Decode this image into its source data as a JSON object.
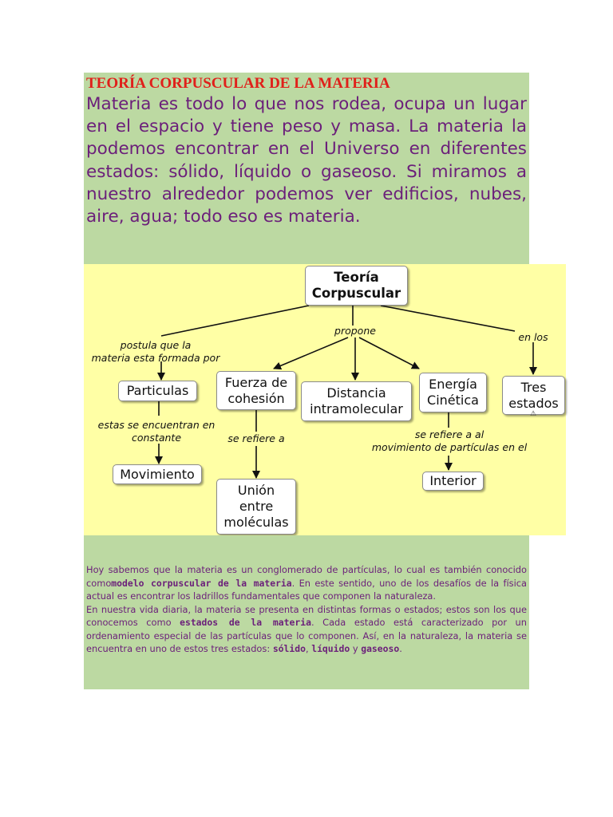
{
  "header": {
    "title": "TEORÍA CORPUSCULAR DE LA MATERIA",
    "intro": "Materia es todo lo que nos rodea, ocupa un lugar en el espacio y tiene peso y masa. La materia la podemos encontrar en el Universo en diferentes estados: sólido, líquido o gaseoso. Si miramos a nuestro alrededor podemos ver edificios, nubes, aire, agua; todo eso es materia."
  },
  "concept_map": {
    "root": [
      "Teoría",
      "Corpuscular"
    ],
    "links": {
      "postula": [
        "postula que la",
        "materia esta formada por"
      ],
      "propone": "propone",
      "en_los": "en los",
      "estas": [
        "estas se encuentran en",
        "constante"
      ],
      "refiere_a": "se refiere a",
      "refiere_a_al": [
        "se refiere a al",
        "movimiento de partículas en el"
      ]
    },
    "nodes": {
      "particulas": "Particulas",
      "fuerza": [
        "Fuerza de",
        "cohesión"
      ],
      "distancia": [
        "Distancia",
        "intramolecular"
      ],
      "energia": [
        "Energía",
        "Cinética"
      ],
      "tres_estados": [
        "Tres",
        "estados"
      ],
      "movimiento": "Movimiento",
      "union": [
        "Unión",
        "entre",
        "moléculas"
      ],
      "interior": "Interior"
    },
    "icon": "warning-triangle-icon"
  },
  "body": {
    "p1_a": "Hoy sabemos que la materia es un conglomerado de partículas, lo cual es también conocido como",
    "p1_bold": "modelo corpuscular de la materia",
    "p1_b": ". En este sentido, uno de los desafíos de la física actual es encontrar los ladrillos fundamentales que componen la naturaleza.",
    "p2_a": "En nuestra vida diaria, la materia se presenta en distintas formas o estados; estos son los que conocemos como ",
    "p2_bold": "estados de la materia",
    "p2_b": ". Cada estado está caracterizado por un ordenamiento especial de las partículas que lo componen. Así, en la naturaleza, la materia se encuentra en uno de estos tres estados: ",
    "solido": "sólido",
    "comma": ", ",
    "liquido": "líquido",
    "y": " y ",
    "gaseoso": "gaseoso",
    "period": "."
  },
  "colors": {
    "green_block": "#bcd9a2",
    "yellow_map": "#ffffa5",
    "title_red": "#e0201a",
    "text_purple": "#6b1f7a"
  }
}
